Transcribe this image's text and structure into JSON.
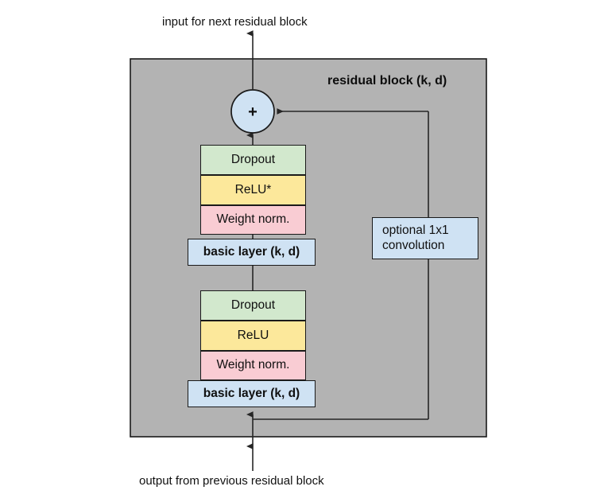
{
  "diagram": {
    "title": "residual block (k, d)",
    "top_caption": "input for next residual block",
    "bottom_caption": "output from previous residual block",
    "adder_symbol": "+",
    "skip": {
      "label_line1": "optional 1x1",
      "label_line2": "convolution"
    },
    "upper_stack": [
      {
        "label": "Dropout",
        "color": "#d2e8cd"
      },
      {
        "label": "ReLU*",
        "color": "#fce89b"
      },
      {
        "label": "Weight norm.",
        "color": "#f9ccd3"
      }
    ],
    "upper_basic_layer": "basic layer (k, d)",
    "lower_stack": [
      {
        "label": "Dropout",
        "color": "#d2e8cd"
      },
      {
        "label": "ReLU",
        "color": "#fce89b"
      },
      {
        "label": "Weight norm.",
        "color": "#f9ccd3"
      }
    ],
    "lower_basic_layer": "basic layer (k, d)",
    "colors": {
      "container_fill": "#b3b3b3",
      "container_stroke": "#1a1a1a",
      "dropout_fill": "#d2e8cd",
      "relu_fill": "#fce89b",
      "weightnorm_fill": "#f9ccd3",
      "basic_layer_fill": "#cfe2f3",
      "adder_fill": "#cfe2f3",
      "conv_fill": "#cfe2f3",
      "edge_stroke": "#262626",
      "text": "#101010",
      "page_background": "#ffffff"
    }
  }
}
